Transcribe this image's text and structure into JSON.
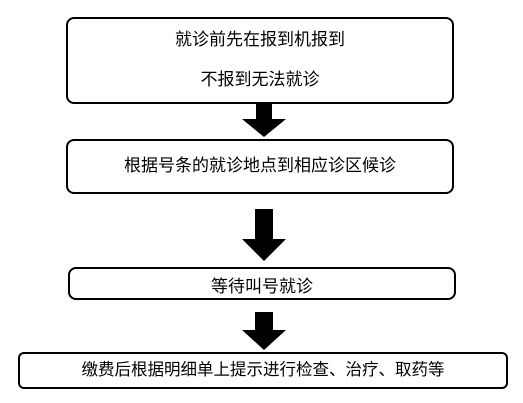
{
  "flowchart": {
    "steps": [
      {
        "lines": [
          "就诊前先在报到机报到",
          "不报到无法就诊"
        ]
      },
      {
        "lines": [
          "根据号条的就诊地点到相应诊区候诊"
        ]
      },
      {
        "lines": [
          "等待叫号就诊"
        ]
      },
      {
        "lines": [
          "缴费后根据明细单上提示进行检查、治疗、取药等"
        ]
      }
    ],
    "arrow_icon": "down-arrow-icon",
    "colors": {
      "border": "#000000",
      "arrow": "#000000",
      "background": "#ffffff",
      "text": "#000000"
    }
  }
}
